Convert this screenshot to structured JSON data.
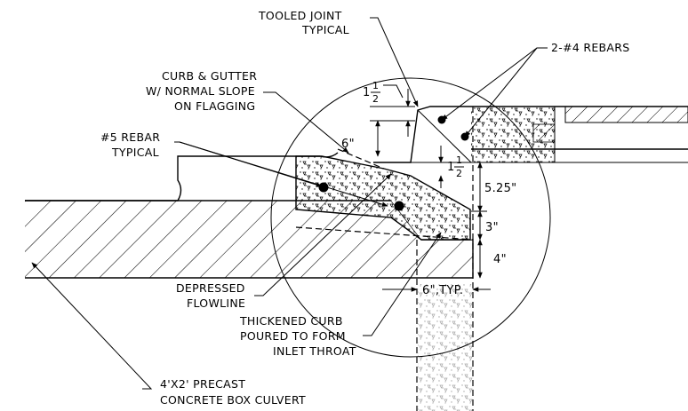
{
  "labels": {
    "tooled_joint_1": "TOOLED JOINT",
    "tooled_joint_2": "TYPICAL",
    "rebars_4": "2-#4 REBARS",
    "curb_gutter_1": "CURB & GUTTER",
    "curb_gutter_2": "W/ NORMAL SLOPE",
    "curb_gutter_3": "ON FLAGGING",
    "rebar_5_1": "#5 REBAR",
    "rebar_5_2": "TYPICAL",
    "depressed_1": "DEPRESSED",
    "depressed_2": "FLOWLINE",
    "thickened_1": "THICKENED CURB",
    "thickened_2": "POURED TO FORM",
    "thickened_3": "INLET THROAT",
    "culvert_1": "4'X2' PRECAST",
    "culvert_2": "CONCRETE BOX CULVERT"
  },
  "dimensions": {
    "d_1half_top_whole": "1",
    "d_1half_top_num": "1",
    "d_1half_top_den": "2",
    "d_1half_mid_whole": "1",
    "d_1half_mid_num": "1",
    "d_1half_mid_den": "2",
    "d_6in": "6\"",
    "d_525": "5.25\"",
    "d_3in": "3\"",
    "d_4in": "4\"",
    "d_6typ": "6\",TYP."
  }
}
